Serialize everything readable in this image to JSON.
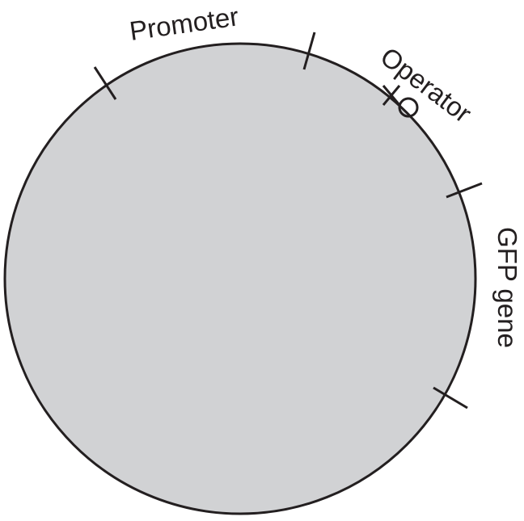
{
  "plasmid": {
    "fill_color": "#d1d2d4",
    "outline_color": "#231f20"
  },
  "labels": {
    "promoter": "Promoter",
    "operator": "Operator",
    "gfp_gene": "GFP gene"
  },
  "operator_marker": {
    "x_glyph": "×",
    "o_glyph": "O"
  }
}
